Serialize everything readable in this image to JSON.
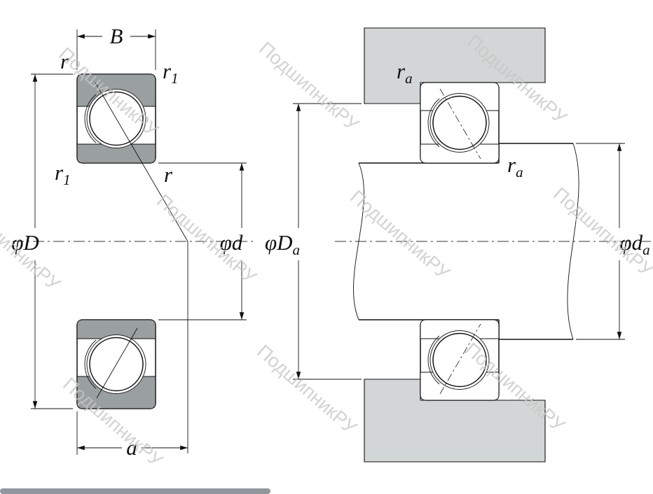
{
  "watermark": {
    "text": "ПодшипникРУ",
    "color": "#c7c7c7"
  },
  "colors": {
    "line": "#111111",
    "ring_fill": "#9aa0a0",
    "housing_fill": "#d3d6d6",
    "scrollbar": "#8f969c",
    "background": "#ffffff"
  },
  "left_view": {
    "labels": {
      "width": {
        "base": "B",
        "sub": ""
      },
      "outer_chamfer_top": {
        "base": "r",
        "sub": ""
      },
      "outer_chamfer_right": {
        "base": "r",
        "sub": "1"
      },
      "inner_chamfer_left": {
        "base": "r",
        "sub": "1"
      },
      "inner_chamfer_right": {
        "base": "r",
        "sub": ""
      },
      "outer_diameter": {
        "base": "φD",
        "sub": ""
      },
      "bore_diameter": {
        "base": "φd",
        "sub": ""
      },
      "contact_offset": {
        "base": "a",
        "sub": ""
      }
    }
  },
  "right_view": {
    "labels": {
      "housing_fillet": {
        "base": "r",
        "sub": "a"
      },
      "shaft_fillet": {
        "base": "r",
        "sub": "a"
      },
      "housing_shoulder_diameter": {
        "base": "φD",
        "sub": "a"
      },
      "shaft_shoulder_diameter": {
        "base": "φd",
        "sub": "a"
      }
    }
  }
}
